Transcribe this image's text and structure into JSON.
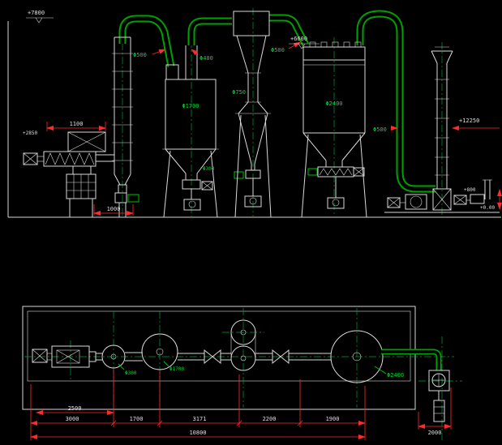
{
  "colors": {
    "background": "#000000",
    "equipment": "#d9d9d9",
    "duct_green": "#00a000",
    "centerline_green": "#00a040",
    "dimension_red": "#ff2a2a",
    "label_green": "#00dd33"
  },
  "ann": {
    "elev_7800": "+7800",
    "elev_2850": "+2850",
    "dim_1100": "1100",
    "dim_1000": "1000",
    "phi500_a": "Φ500",
    "phi400": "Φ400",
    "phi1700": "Φ1700",
    "phi300_a": "Φ300",
    "phi750": "Φ750",
    "phi500_b": "Φ500",
    "elev_6600": "+6600",
    "phi2400": "Φ2400",
    "phi500_c": "Φ500",
    "elev_12250": "+12250",
    "elev_800": "+800",
    "elev_000": "+0.00",
    "plan_phi300": "Φ300",
    "plan_phi1700": "Φ1700",
    "plan_phi2400": "Φ2400",
    "dim_2500": "2500",
    "dim_3000": "3000",
    "dim_1700": "1700",
    "dim_3171": "3171",
    "dim_2200": "2200",
    "dim_1900": "1900",
    "dim_2000": "2000",
    "dim_10800": "10800"
  }
}
